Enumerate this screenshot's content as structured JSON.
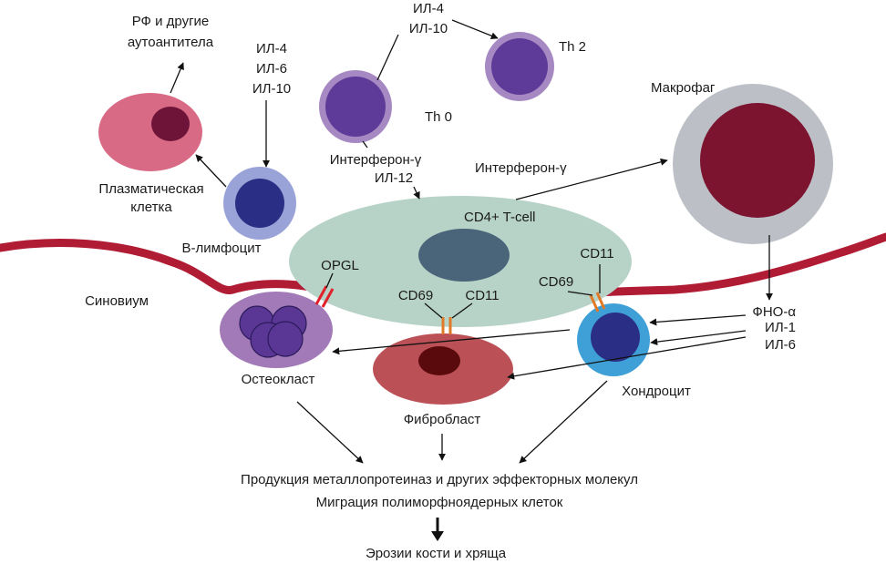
{
  "labels": {
    "rf_line1": "РФ и другие",
    "rf_line2": "аутоантитела",
    "il4_top": "ИЛ-4",
    "il10_top": "ИЛ-10",
    "th2": "Th 2",
    "il4_b": "ИЛ-4",
    "il6_b": "ИЛ-6",
    "il10_b": "ИЛ-10",
    "th0": "Th 0",
    "makrofag": "Макрофаг",
    "ifn_il12_line1": "Интерферон-γ",
    "ifn_il12_line2": "ИЛ-12",
    "ifn_right": "Интерферон-γ",
    "plasma_line1": "Плазматическая",
    "plasma_line2": "клетка",
    "cd4": "CD4+ T-cell",
    "b_lymph": "В-лимфоцит",
    "opgl": "OPGL",
    "cd11_right": "CD11",
    "cd69_right": "CD69",
    "synovium": "Синовиум",
    "cd69_left": "CD69",
    "cd11_left": "CD11",
    "fno": "ФНО-α",
    "il1": "ИЛ-1",
    "il6": "ИЛ-6",
    "osteoclast": "Остеокласт",
    "chondrocyte": "Хондроцит",
    "fibroblast": "Фибробласт",
    "production": "Продукция металлопротеиназ и других эффекторных молекул",
    "migration": "Миграция полиморфноядерных клеток",
    "erosion": "Эрозии кости и хряща"
  },
  "colors": {
    "membrane": "#b01c34",
    "tcell": "#b7d3c8",
    "tcell_nucleus": "#4a6479",
    "plasma": "#d96a85",
    "plasma_nucleus": "#6e1439",
    "b_outer": "#9aa3d8",
    "b_nucleus": "#2a2e85",
    "th_ring": "#a689c2",
    "th_core": "#5e3b98",
    "macro_outer": "#bcc0c6",
    "macro_nucleus": "#7c1430",
    "osteo": "#a27ab8",
    "osteo_nuclei": "#5b3795",
    "fibro": "#bb5156",
    "fibro_nucleus": "#5a0a0c",
    "chondro_outer": "#3fa0d8",
    "chondro_nucleus": "#2a2e85",
    "receptor_red": "#e0202a",
    "receptor_orange": "#e07a26"
  }
}
